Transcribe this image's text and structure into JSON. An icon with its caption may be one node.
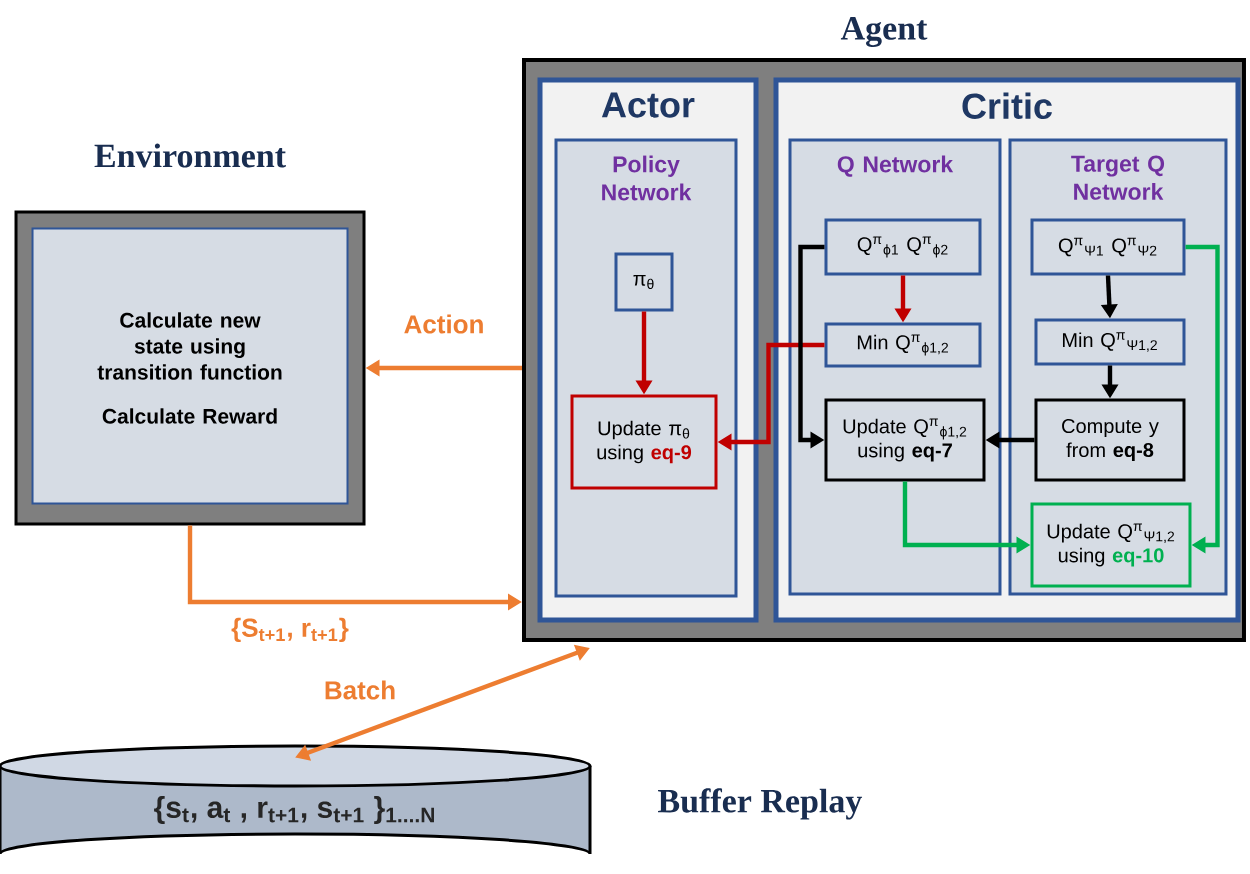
{
  "diagram": {
    "nodes": [
      {
        "text": [
          "Environment",
          "Calculate new state using transition function",
          "Calculate Reward"
        ]
      },
      {
        "text": [
          "Agent"
        ]
      },
      {
        "text": [
          "Actor"
        ],
        "in": 1
      },
      {
        "text": [
          "Policy Network"
        ],
        "in": 2
      },
      {
        "text": [
          "π$_{θ}$"
        ],
        "in": 3
      },
      {
        "text": [
          "Update π$_{θ}$ using",
          "eq-9"
        ],
        "in": 3
      },
      {
        "text": [
          "Critic"
        ],
        "in": 1
      },
      {
        "text": [
          "Q Network"
        ],
        "in": 6
      },
      {
        "text": [
          "Q$^{π}$$_{ϕ1}$ Q$^{π}$$_{ϕ2}$"
        ],
        "in": 7
      },
      {
        "text": [
          "Min Q$^{π}$$_{ϕ1,2}$"
        ],
        "in": 7
      },
      {
        "text": [
          "Update Q$^{π}$$_{ϕ1,2}$ using",
          "eq-7"
        ],
        "in": 7
      },
      {
        "text": [
          "Target Q Network"
        ],
        "in": 6
      },
      {
        "text": [
          "Q$^{π}$$_{Ψ1}$ Q$^{π}$$_{Ψ2}$"
        ],
        "in": 11
      },
      {
        "text": [
          "Min Q$^{π}$$_{Ψ1,2}$"
        ],
        "in": 11
      },
      {
        "text": [
          "Compute y from",
          "eq-8"
        ],
        "in": 11
      },
      {
        "text": [
          "Update Q$^{π}$$_{Ψ1,2}$ using",
          "eq-10"
        ],
        "in": 11
      },
      {
        "text": [
          "{s$_{t}$, a$_{t}$ , r$_{t+1}$, s$_{t+1}$ }$_{1....N}$"
        ],
        "beside": [
          "Buffer Replay"
        ]
      }
    ],
    "edges": [
      {
        "from": 1,
        "to": 0,
        "arrow": "to",
        "label": "Action",
        "color": "#ed7d31"
      },
      {
        "from": 0,
        "to": 1,
        "arrow": "to",
        "label": "{S$_{t+1}$, r$_{t+1}$}",
        "color": "#ed7d31"
      },
      {
        "from": 16,
        "to": 1,
        "arrow": "both",
        "label": "Batch",
        "color": "#ed7d31"
      },
      {
        "from": 4,
        "to": 5,
        "arrow": "to",
        "color": "#c00000"
      },
      {
        "from": 8,
        "to": 9,
        "arrow": "to",
        "color": "#c00000"
      },
      {
        "from": 9,
        "to": 5,
        "arrow": "to",
        "color": "#c00000"
      },
      {
        "from": 8,
        "to": 10,
        "arrow": "to"
      },
      {
        "from": 12,
        "to": 13,
        "arrow": "to"
      },
      {
        "from": 13,
        "to": 14,
        "arrow": "to"
      },
      {
        "from": 14,
        "to": 10,
        "arrow": "to"
      },
      {
        "from": 10,
        "to": 15,
        "arrow": "to",
        "color": "#00b050"
      },
      {
        "from": 12,
        "to": 15,
        "arrow": "to",
        "color": "#00b050"
      }
    ]
  }
}
